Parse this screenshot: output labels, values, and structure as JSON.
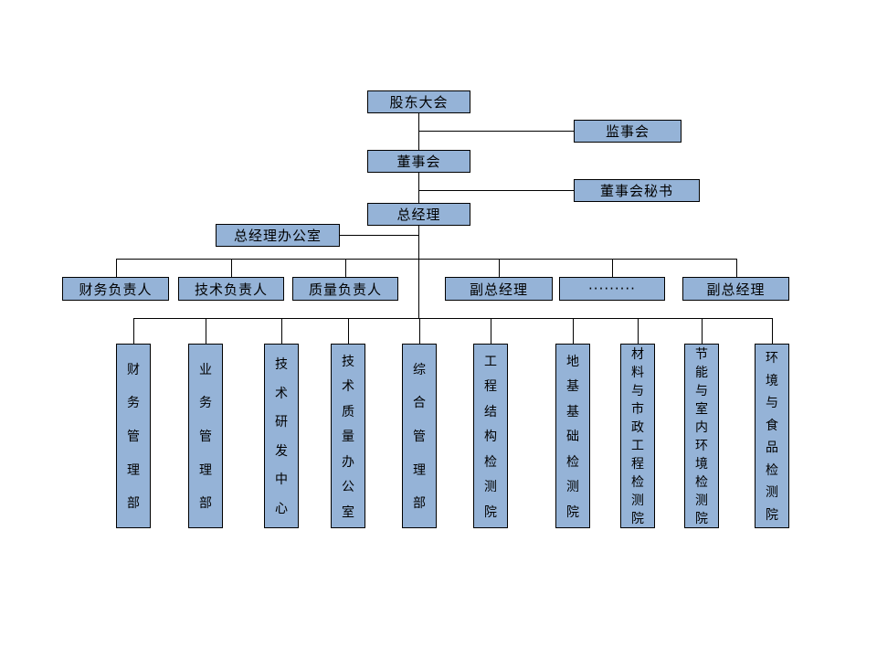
{
  "diagram": {
    "type": "org-chart",
    "colors": {
      "node_fill": "#95B3D7",
      "node_border": "#000000",
      "connector": "#000000",
      "text": "#000000",
      "background": "#FFFFFF"
    }
  },
  "top_nodes": {
    "shareholders": {
      "label": "股东大会"
    },
    "supervisory_board": {
      "label": "监事会"
    },
    "board_of_directors": {
      "label": "董事会"
    },
    "board_secretary": {
      "label": "董事会秘书"
    },
    "general_manager": {
      "label": "总经理"
    },
    "gm_office": {
      "label": "总经理办公室"
    }
  },
  "middle_row": [
    {
      "label": "财务负责人"
    },
    {
      "label": "技术负责人"
    },
    {
      "label": "质量负责人"
    },
    {
      "label": "副总经理"
    },
    {
      "label": "·········"
    },
    {
      "label": "副总经理"
    }
  ],
  "bottom_row": [
    {
      "label": "财务管理部"
    },
    {
      "label": "业务管理部"
    },
    {
      "label": "技术研发中心"
    },
    {
      "label": "技术质量办公室"
    },
    {
      "label": "综合管理部"
    },
    {
      "label": "工程结构检测院"
    },
    {
      "label": "地基基础检测院"
    },
    {
      "label": "材料与市政工程检测院"
    },
    {
      "label": "节能与室内环境检测院"
    },
    {
      "label": "环境与食品检测院"
    }
  ]
}
